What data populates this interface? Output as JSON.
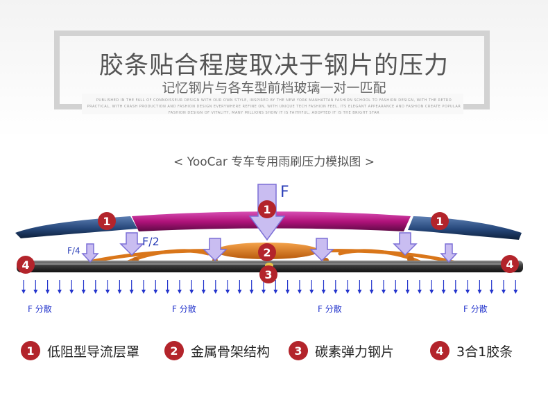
{
  "header": {
    "title": "胶条贴合程度取决于钢片的压力",
    "subtitle": "记忆钢片与各车型前档玻璃一对一匹配",
    "fine_print": "PUBLISHED IN THE FALL OF CONNOISSEUR DESIGN WITH OUR OWN STYLE, INSPIRED BY THE NEW YORK MANHATTAN FASHION SCHOOL TO FASHION DESIGN, WITH THE RETRO PRACTICAL, WITH CRASH PRODUCTION AND FASHION DESIGN EVERYWHERE REFINE ON, WITH UNIQUE TECH FASHION FEEL, ITS ELEGANT APPEARANCE AND FASHION CREATE POPULAR FASHION DESIGN OF VITALITY, MANY MILLIONS SHOW IT IS FAITHFUL, ADOPTED IT IS THE BRIGHT STAR"
  },
  "diagram": {
    "title": "< YooCar 专车专用雨刷压力模拟图 >",
    "force_main": "F",
    "force_half": "F/2",
    "force_quarter": "F/4",
    "dispersion_labels": [
      "F  分散",
      "F  分散",
      "F  分散",
      "F  分散"
    ],
    "badges": [
      "1",
      "1",
      "1",
      "2",
      "3",
      "4",
      "4"
    ],
    "colors": {
      "badge": "#b3242b",
      "arrow_fill": "#c9bdf1",
      "arrow_stroke": "#7b6fd6",
      "force_text": "#2b3fb8",
      "blue_arrows": "#2233cc",
      "spoiler_magenta": "#b0127a",
      "spoiler_blue": "#26477a",
      "frame_orange": "#d9761a"
    }
  },
  "legend": [
    {
      "num": "1",
      "label": "低阻型导流层罩"
    },
    {
      "num": "2",
      "label": "金属骨架结构"
    },
    {
      "num": "3",
      "label": "碳素弹力钢片"
    },
    {
      "num": "4",
      "label": "3合1胶条"
    }
  ]
}
